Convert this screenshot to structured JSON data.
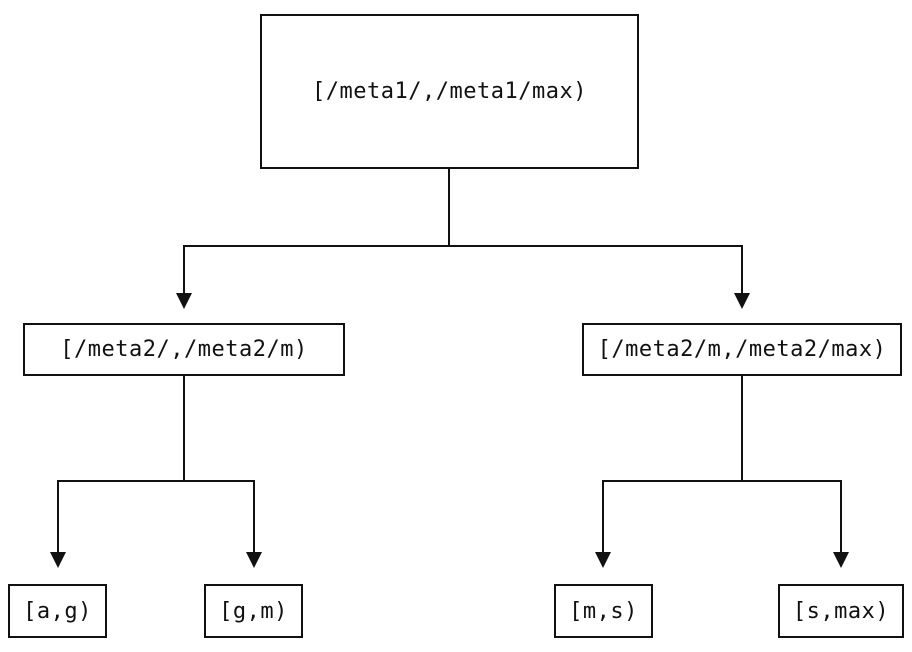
{
  "diagram": {
    "title": "interval-partition-tree",
    "colors": {
      "line": "#111111",
      "background": "#ffffff",
      "text": "#111111"
    },
    "root": {
      "label": "[/meta1/,/meta1/max)"
    },
    "level2": [
      {
        "label": "[/meta2/,/meta2/m)"
      },
      {
        "label": "[/meta2/m,/meta2/max)"
      }
    ],
    "leaves": [
      {
        "label": "[a,g)"
      },
      {
        "label": "[g,m)"
      },
      {
        "label": "[m,s)"
      },
      {
        "label": "[s,max)"
      }
    ]
  }
}
